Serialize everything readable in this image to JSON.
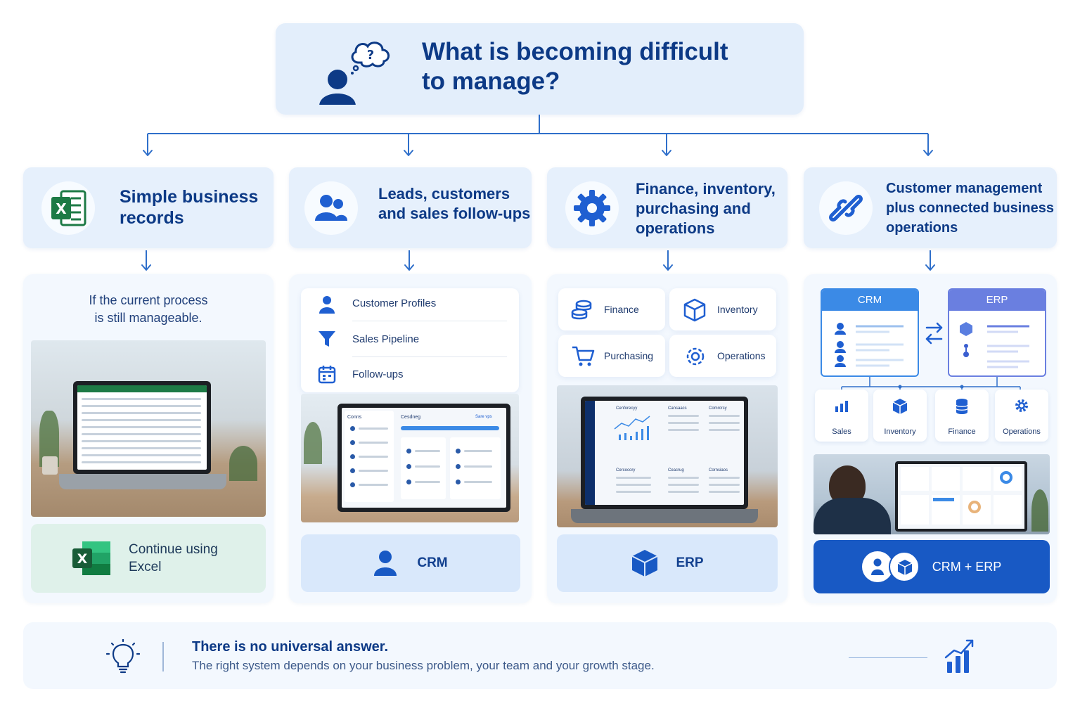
{
  "header": {
    "title_line1": "What is becoming difficult",
    "title_line2": "to manage?"
  },
  "columns": [
    {
      "title_line1": "Simple business",
      "title_line2": "records",
      "note_line1": "If the current process",
      "note_line2": "is still manageable.",
      "result_line1": "Continue using",
      "result_line2": "Excel"
    },
    {
      "title_line1": "Leads, customers",
      "title_line2": "and sales follow-ups",
      "items": [
        "Customer Profiles",
        "Sales Pipeline",
        "Follow-ups"
      ],
      "result": "CRM"
    },
    {
      "title_line1": "Finance, inventory,",
      "title_line2": "purchasing and",
      "title_line3": "operations",
      "items": [
        "Finance",
        "Inventory",
        "Purchasing",
        "Operations"
      ],
      "result": "ERP"
    },
    {
      "title_line1": "Customer management",
      "title_line2": "plus connected business",
      "title_line3": "operations",
      "box_left": "CRM",
      "box_right": "ERP",
      "modules": [
        "Sales",
        "Inventory",
        "Finance",
        "Operations"
      ],
      "result": "CRM + ERP"
    }
  ],
  "screens": {
    "crm_left": "Conns",
    "crm_right": "Cesdneg",
    "crm_badge": "Sare vps",
    "erp_head1": "Cenforecyy",
    "erp_head2": "Cansaacs",
    "erp_head3": "Comrcrsy",
    "erp_sub1": "Cercocory",
    "erp_sub2": "Ceacrug",
    "erp_sub3": "Cornsiaos"
  },
  "footer": {
    "title": "There is no universal answer.",
    "subtitle": "The right system depends on your business problem, your team and your growth stage."
  },
  "colors": {
    "navy": "#0d3a86",
    "primary": "#1f5fd1",
    "excel_green": "#1d7a45",
    "crm_blue": "#3b8ae6",
    "erp_indigo": "#6a7fe0",
    "result_dark": "#1859c4"
  }
}
